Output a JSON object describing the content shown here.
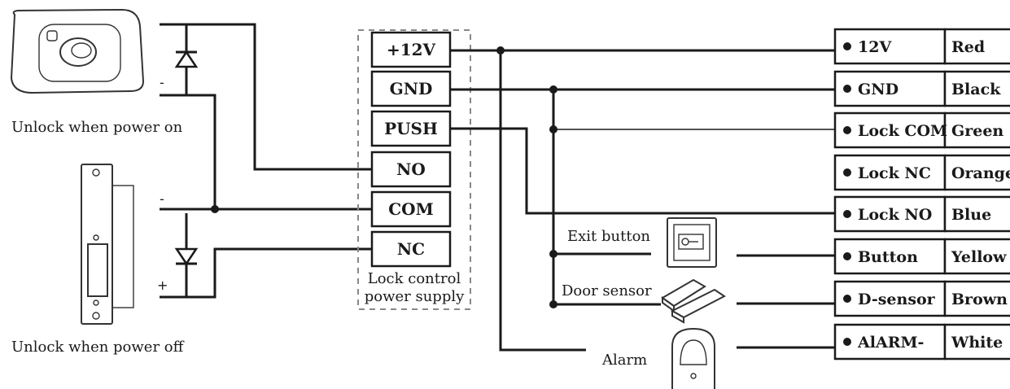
{
  "left_devices": {
    "top_caption": "Unlock when power on",
    "bottom_caption": "Unlock when power off",
    "top_sign": "-",
    "bottom_sign_minus": "-",
    "bottom_sign_plus": "+"
  },
  "supply": {
    "terminals": [
      "+12V",
      "GND",
      "PUSH",
      "NO",
      "COM",
      "NC"
    ],
    "caption_line1": "Lock control",
    "caption_line2": "power supply"
  },
  "peripherals": {
    "exit_button": "Exit button",
    "door_sensor": "Door sensor",
    "alarm": "Alarm"
  },
  "wire_table": [
    {
      "signal": "12V",
      "color": "Red"
    },
    {
      "signal": "GND",
      "color": "Black"
    },
    {
      "signal": "Lock COM",
      "color": "Green"
    },
    {
      "signal": "Lock NC",
      "color": "Orange"
    },
    {
      "signal": "Lock NO",
      "color": "Blue"
    },
    {
      "signal": "Button",
      "color": "Yellow"
    },
    {
      "signal": "D-sensor",
      "color": "Brown"
    },
    {
      "signal": "AlARM-",
      "color": "White"
    }
  ]
}
